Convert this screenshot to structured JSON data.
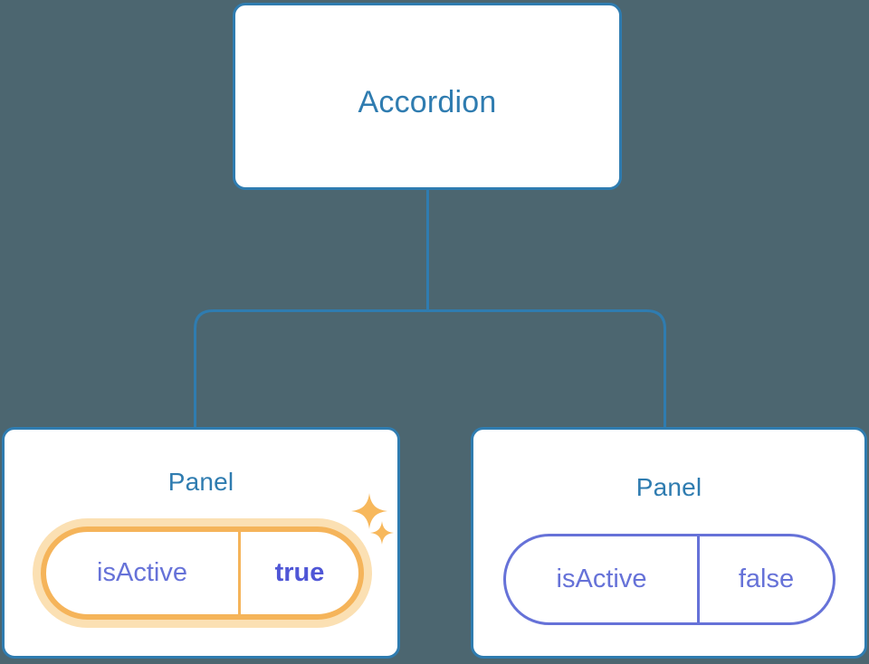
{
  "diagram": {
    "background_color": "#4c6670",
    "node_border_color": "#2f7cb0",
    "node_title_color": "#2f7cb0",
    "pill_color": "#6672d8",
    "highlight_color": "#f5b45a",
    "highlight_glow_color": "#fbe0b3",
    "highlight_value_color": "#4f56d6"
  },
  "root": {
    "title": "Accordion"
  },
  "panels": [
    {
      "title": "Panel",
      "prop_key": "isActive",
      "prop_value": "true",
      "highlighted": true
    },
    {
      "title": "Panel",
      "prop_key": "isActive",
      "prop_value": "false",
      "highlighted": false
    }
  ],
  "decorations": {
    "sparkle_large": "sparkle-icon",
    "sparkle_small": "sparkle-icon"
  }
}
